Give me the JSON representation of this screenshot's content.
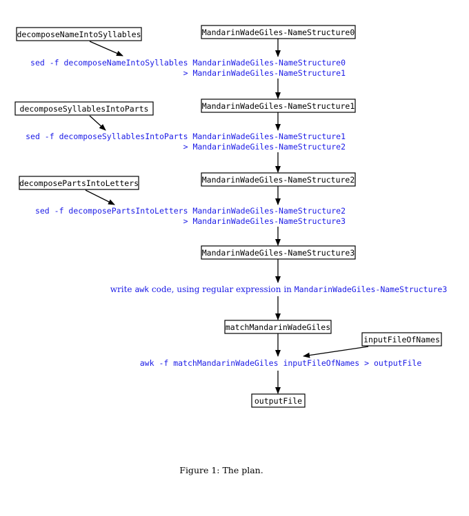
{
  "nodes": {
    "decompose_name": "decomposeNameIntoSyllables",
    "structure0": "MandarinWadeGiles-NameStructure0",
    "decompose_syllables": "decomposeSyllablesIntoParts",
    "structure1": "MandarinWadeGiles-NameStructure1",
    "decompose_parts": "decomposePartsIntoLetters",
    "structure2": "MandarinWadeGiles-NameStructure2",
    "structure3": "MandarinWadeGiles-NameStructure3",
    "match": "matchMandarinWadeGiles",
    "input_file": "inputFileOfNames",
    "output_file": "outputFile"
  },
  "commands": {
    "sed1_line1": "sed -f decomposeNameIntoSyllables MandarinWadeGiles-NameStructure0",
    "sed1_line2": "> MandarinWadeGiles-NameStructure1",
    "sed2_line1": "sed -f decomposeSyllablesIntoParts MandarinWadeGiles-NameStructure1",
    "sed2_line2": "> MandarinWadeGiles-NameStructure2",
    "sed3_line1": "sed -f decomposePartsIntoLetters MandarinWadeGiles-NameStructure2",
    "sed3_line2": "> MandarinWadeGiles-NameStructure3",
    "write_prefix": "write ",
    "write_awk": "awk",
    "write_middle": " code, using regular expression in ",
    "write_target": "MandarinWadeGiles-NameStructure3",
    "awk_command": "awk -f matchMandarinWadeGiles inputFileOfNames > outputFile"
  },
  "caption": "Figure 1: The plan.",
  "colors": {
    "command": "#1a1ae6",
    "box_border": "#000000"
  }
}
